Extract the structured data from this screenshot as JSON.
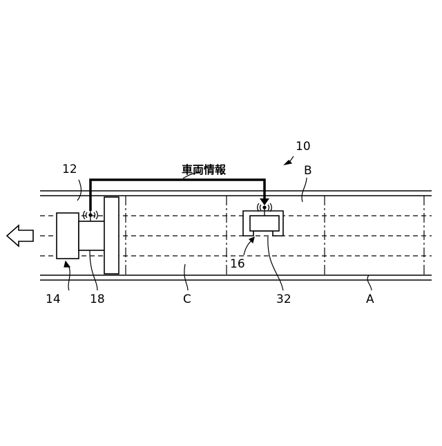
{
  "figure": {
    "labels": {
      "system": "10",
      "lane_area": "12",
      "vehicle": "14",
      "robot": "16",
      "device": "18",
      "receiver": "32",
      "zone_a": "A",
      "zone_b": "B",
      "zone_c": "C"
    },
    "signal_label": "車両情報",
    "arrow_direction": "left",
    "colors": {
      "line": "#000000",
      "background": "#ffffff"
    }
  }
}
